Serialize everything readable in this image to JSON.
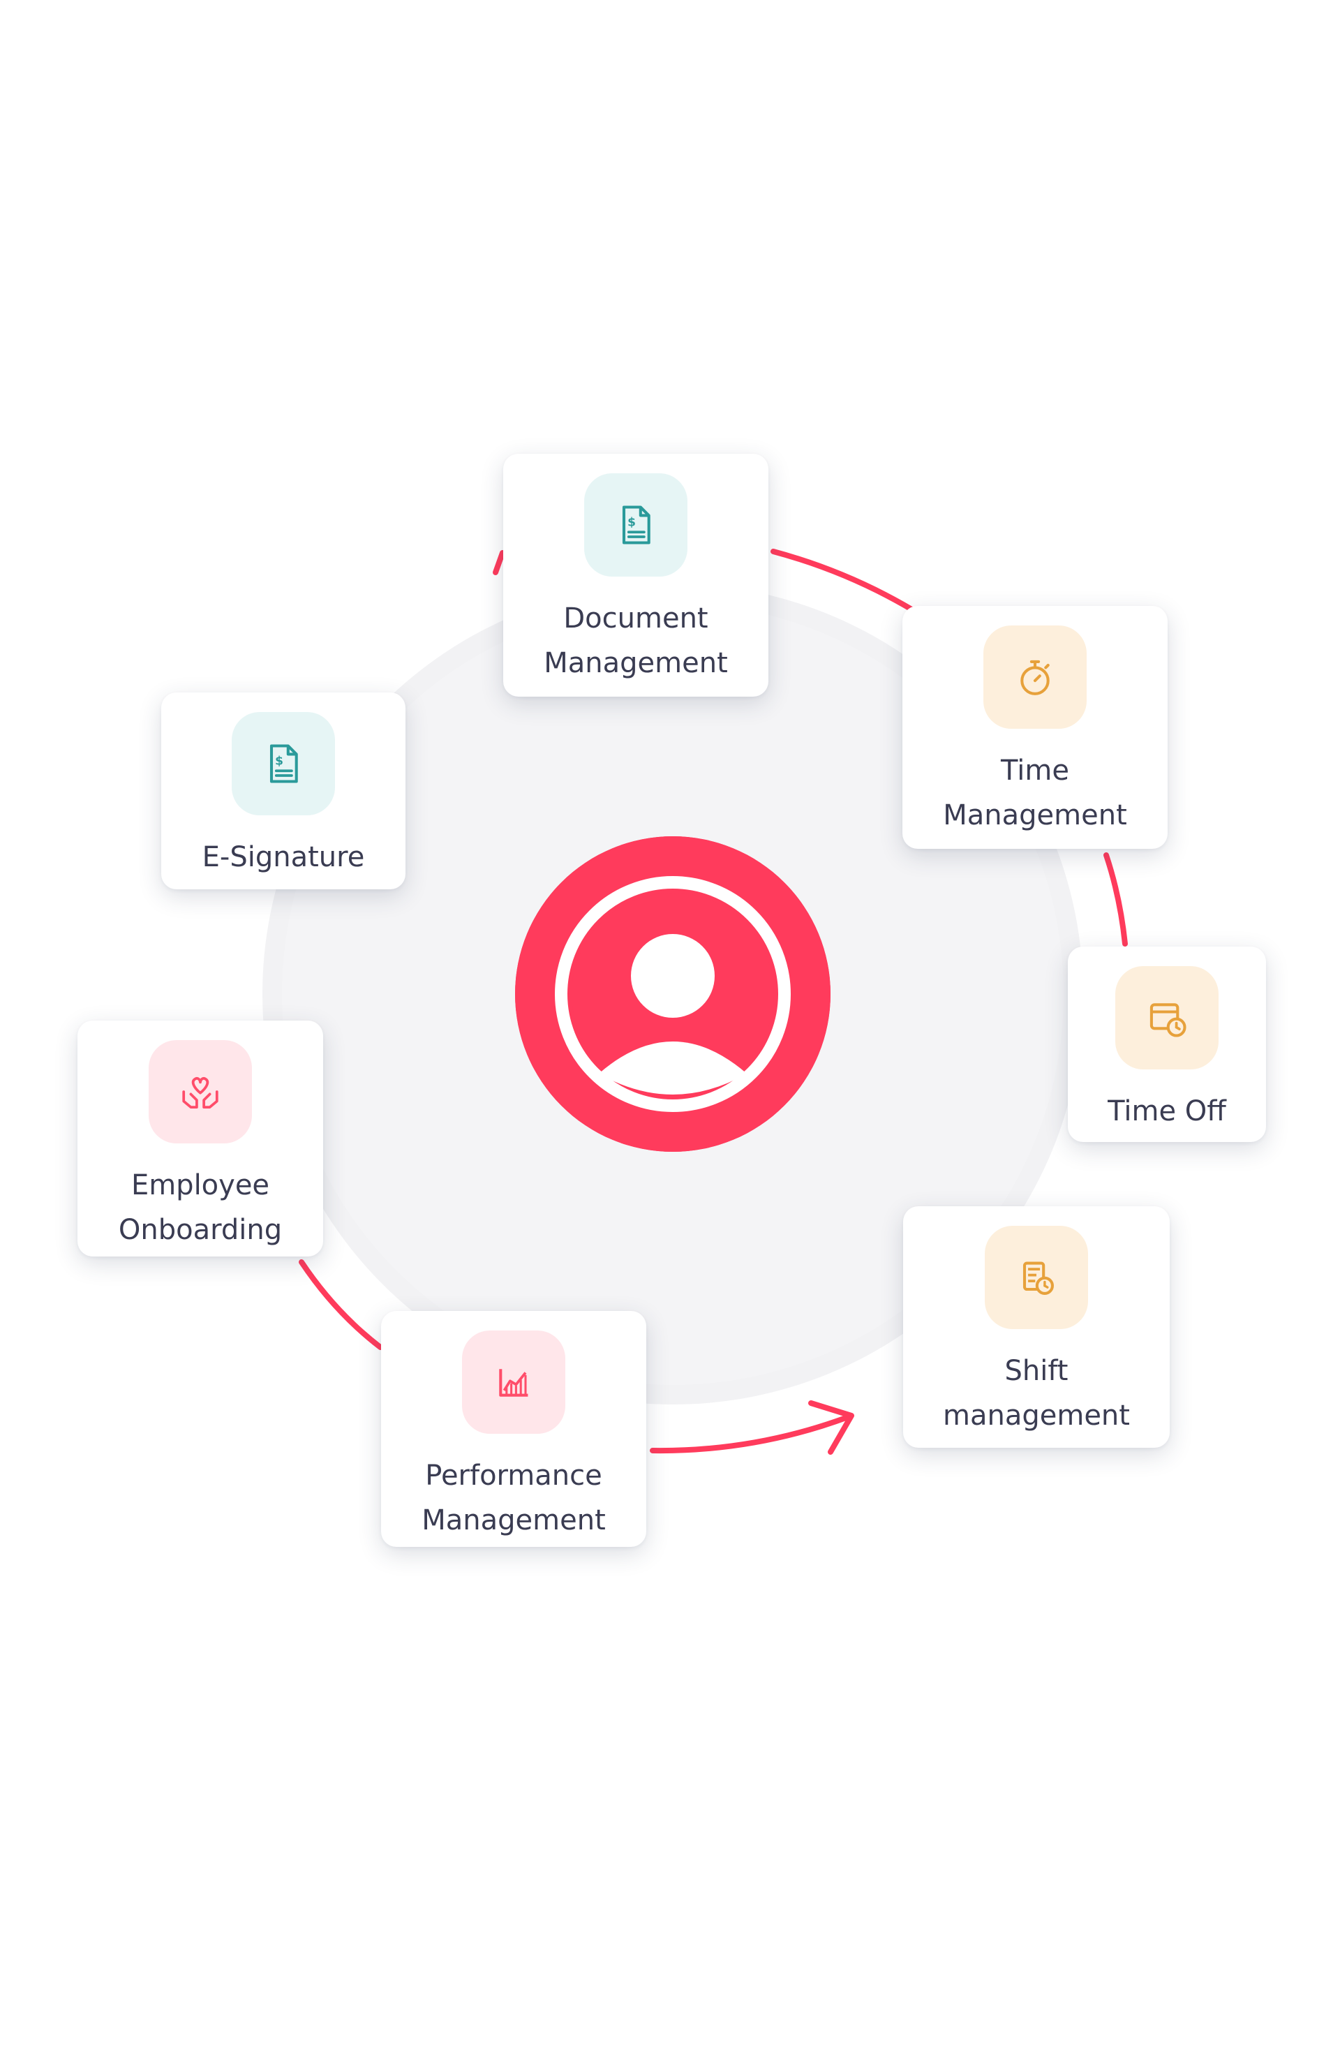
{
  "colors": {
    "accent": "#ff3b5c",
    "ring_background": "#f2f2f4",
    "label_text": "#3a3c52",
    "teal_tile": "#e6f5f5",
    "teal_icon": "#2a9a9a",
    "orange_tile": "#fdefdc",
    "orange_icon": "#e7a13b",
    "pink_tile": "#ffe6ea",
    "pink_icon": "#ff4d6a"
  },
  "hub": {
    "icon": "user-circle-icon"
  },
  "cards": [
    {
      "id": "document-management",
      "icon": "dollar-document-icon",
      "line1": "Document",
      "line2": "Management"
    },
    {
      "id": "time-management",
      "icon": "stopwatch-icon",
      "line1": "Time",
      "line2": "Management"
    },
    {
      "id": "time-off",
      "icon": "calendar-clock-icon",
      "line1": "Time Off",
      "line2": ""
    },
    {
      "id": "shift-management",
      "icon": "schedule-clock-icon",
      "line1": "Shift",
      "line2": "management"
    },
    {
      "id": "performance-management",
      "icon": "area-chart-icon",
      "line1": "Performance",
      "line2": "Management"
    },
    {
      "id": "employee-onboarding",
      "icon": "heart-hands-icon",
      "line1": "Employee",
      "line2": "Onboarding"
    },
    {
      "id": "e-signature",
      "icon": "signature-document-icon",
      "line1": "E-Signature",
      "line2": ""
    }
  ]
}
